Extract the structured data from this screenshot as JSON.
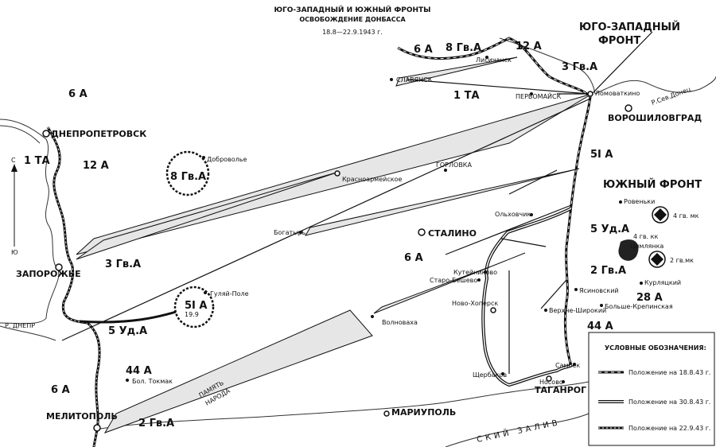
{
  "title": {
    "line1": "ЮГО-ЗАПАДНЫЙ И ЮЖНЫЙ ФРОНТЫ",
    "line2": "ОСВОБОЖДЕНИЕ ДОНБАССА",
    "dates": "18.8—22.9.1943 г."
  },
  "fronts": {
    "southwest_1": "ЮГО-ЗАПАДНЫЙ",
    "southwest_2": "ФРОНТ",
    "south": "ЮЖНЫЙ ФРОНТ"
  },
  "cities": {
    "dnepropetrovsk": "ДНЕПРОПЕТРОВСК",
    "zaporozhye": "ЗАПОРОЖЬЕ",
    "melitopol": "МЕЛИТОПОЛЬ",
    "stalino": "СТАЛИНО",
    "voroshilovgrad": "ВОРОШИЛОВГРАД",
    "taganrog": "ТАГАНРОГ",
    "mariupol": "МАРИУПОЛЬ",
    "lisichansk": "Лисичанск",
    "slavyansk": "СЛАВЯНСК",
    "pervomaysk": "ПЕРВОМАЙСК",
    "lomovatka": "Ломоваткино",
    "gorlovka": "ГОРЛОВКА",
    "krasnoarmeyskoe": "Красноармейское",
    "dobropolye": "Доброволье",
    "bogatyr": "Богатырь",
    "olkhovchik": "Ольховчик",
    "rovenki": "Ровеньки",
    "tsimlyanka": "Цимлянка",
    "kurlyatsky": "Курляцкий",
    "kuteynikovo": "Кутейниково",
    "staro_beshevo": "Старо-Бешево",
    "novo_khopersk": "Ново-Хоперск",
    "yasinovsky": "Ясиновский",
    "verkhne_shirokiy": "Верхне-Широкий",
    "bolshe_krepinskaya": "Больше-Крепинская",
    "volnovakha": "Волноваха",
    "guliay_pole": "Гуляй-Поле",
    "bol_tokmak": "Бол. Токмак",
    "shcherbakov": "Щербаков",
    "sambek": "Самбек",
    "nosovo": "Носово"
  },
  "armies": {
    "a6_top": "6 А",
    "gv8_top": "8 Гв.А",
    "gv12_top": "12 А",
    "gv3_top": "3 Гв.А",
    "ta1_top": "1 ТА",
    "a6_left": "6 А",
    "ta1_left": "1 ТА",
    "a12_left": "12 А",
    "gv8_mid": "8 Гв.А",
    "gv3_mid": "3 Гв.А",
    "a51_front": "5I А",
    "ud5_front": "5 Уд.А",
    "gv2_front": "2 Гв.А",
    "a6_mid": "6 А",
    "a28": "28 А",
    "a44_right": "44 А",
    "a51_mid": "5I А",
    "date_199": "19.9",
    "ud5_left": "5 Уд.А",
    "a44_left": "44 А",
    "a6_bottom": "6 А",
    "gv2_bottom": "2 Гв.А",
    "mk4": "4 гв. мк",
    "kk4_1": "4 гв. кк",
    "mk2": "2 гв.мк"
  },
  "rivers": {
    "dnepr": "Р. ДНЕПР",
    "donets": "Р.Сев.Донец"
  },
  "annotations": {
    "memory_line_1": "ПАМЯТЬ",
    "memory_line_2": "НАРОДА",
    "bay": "СКИЙ ЗАЛИВ"
  },
  "compass": {
    "north": "С",
    "south": "Ю"
  },
  "legend": {
    "title": "УСЛОВНЫЕ ОБОЗНАЧЕНИЯ:",
    "items": [
      {
        "label": "Положение на  18.8.43 г."
      },
      {
        "label": "Положение на  30.8.43 г."
      },
      {
        "label": "Положение на  22.9.43 г."
      }
    ]
  }
}
